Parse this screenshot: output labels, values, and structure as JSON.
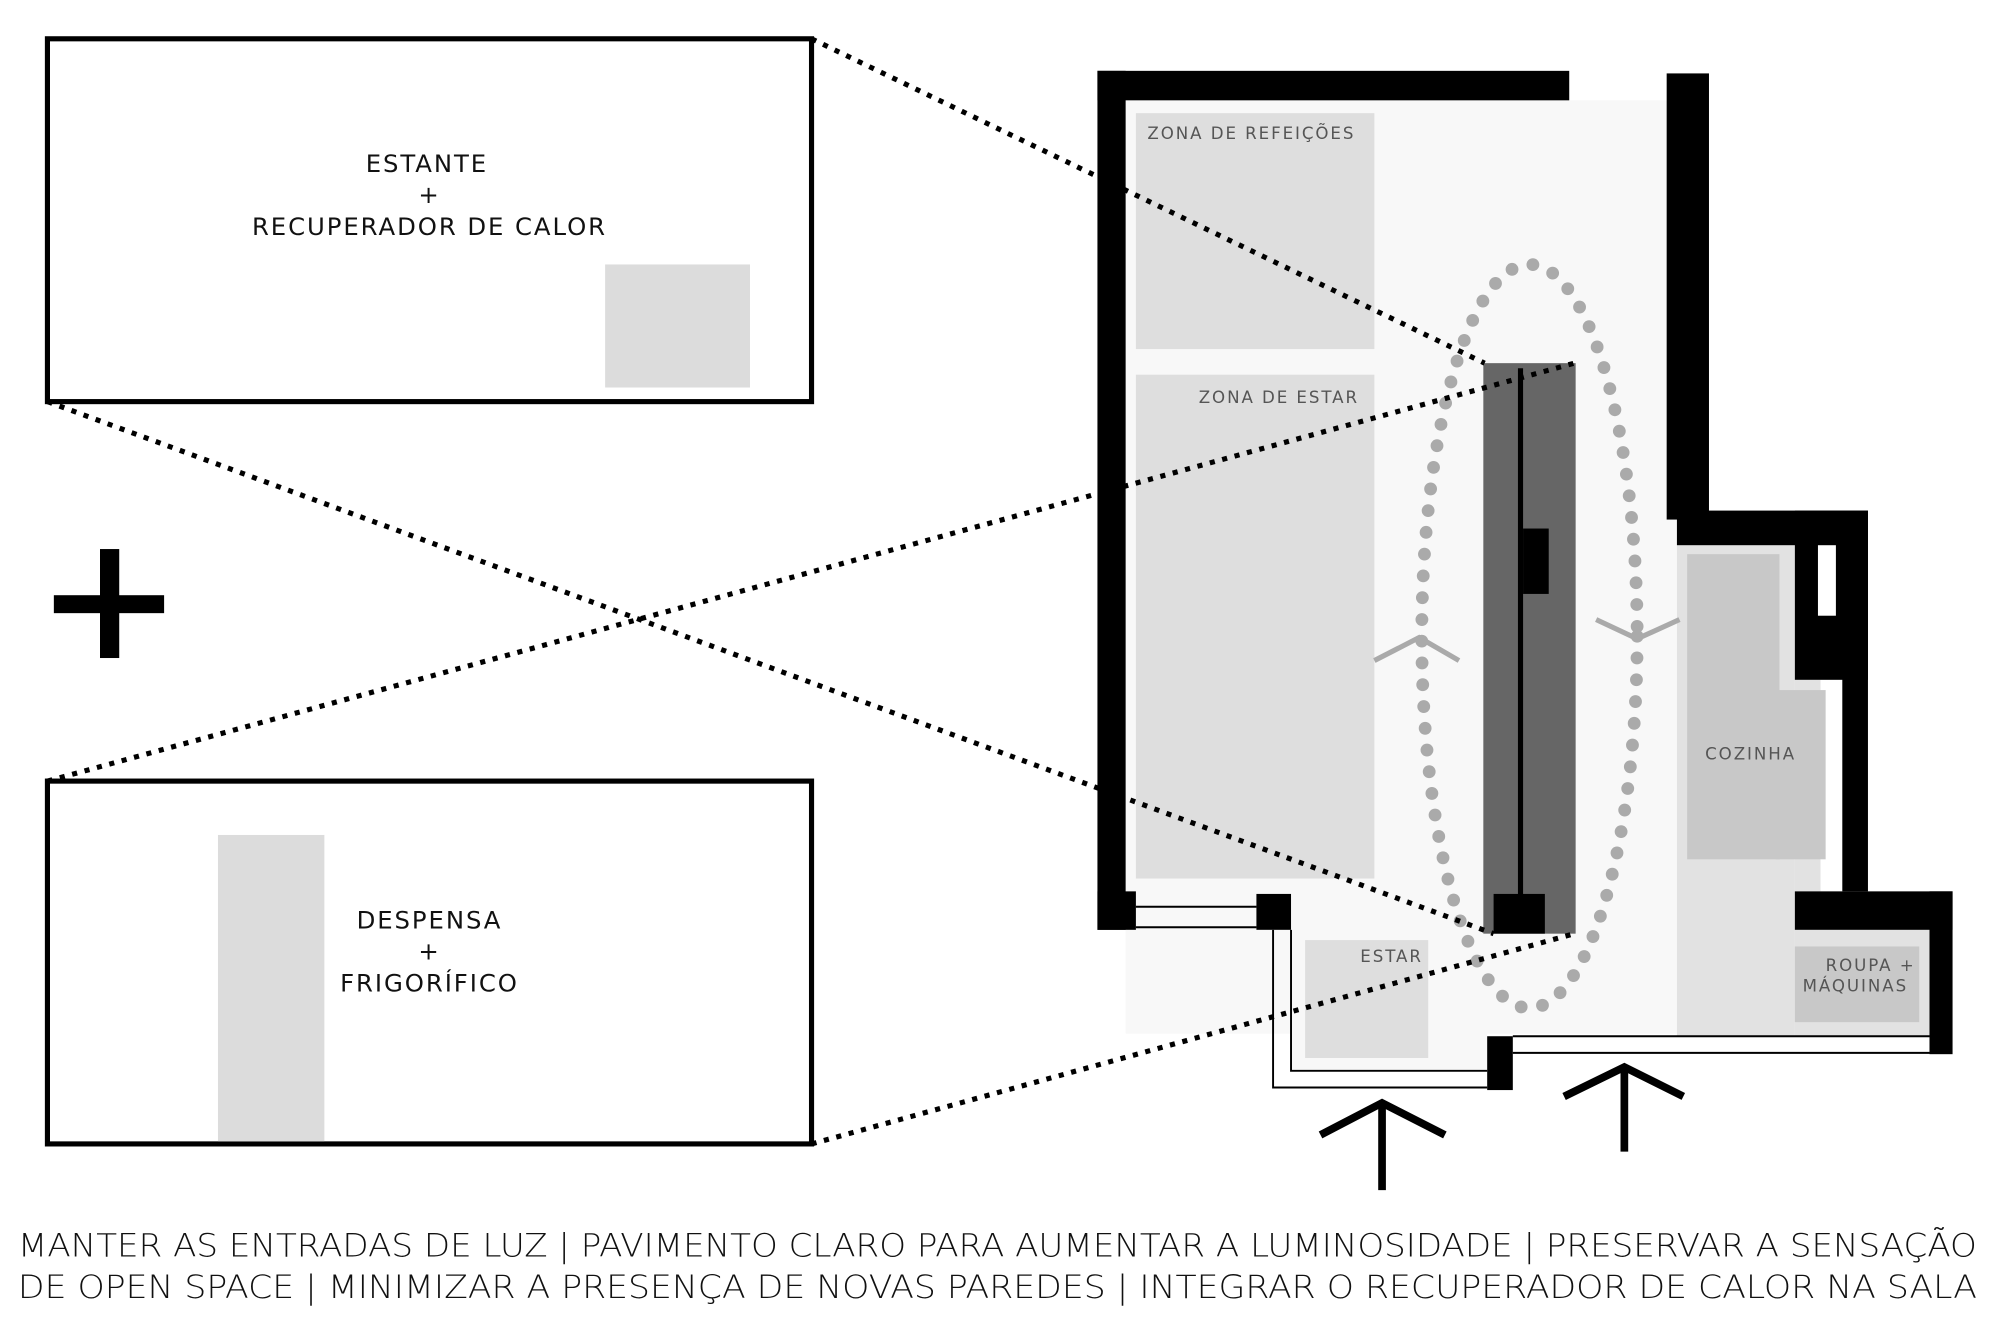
{
  "detail_top": {
    "line1": "ESTANTE",
    "plus": "+",
    "line2": "RECUPERADOR DE CALOR"
  },
  "detail_bottom": {
    "line1": "DESPENSA",
    "plus": "+",
    "line2": "FRIGORÍFICO"
  },
  "zones": {
    "refeicoes": "ZONA DE REFEIÇÕES",
    "estar": "ZONA DE ESTAR",
    "estar_small": "ESTAR",
    "cozinha": "COZINHA",
    "roupa_line1": "ROUPA +",
    "roupa_line2": "MÁQUINAS"
  },
  "caption": {
    "line1": "MANTER AS ENTRADAS DE LUZ | PAVIMENTO CLARO PARA AUMENTAR A LUMINOSIDADE | PRESERVAR A SENSAÇÃO",
    "line2": "DE OPEN SPACE | MINIMIZAR A PRESENÇA DE NOVAS PAREDES | INTEGRAR O RECUPERADOR DE CALOR NA SALA"
  },
  "colors": {
    "wall": "#000000",
    "zone": "#dedede",
    "kitchen": "#c8c8c8",
    "element": "#666666",
    "dots": "#aaaaaa"
  }
}
